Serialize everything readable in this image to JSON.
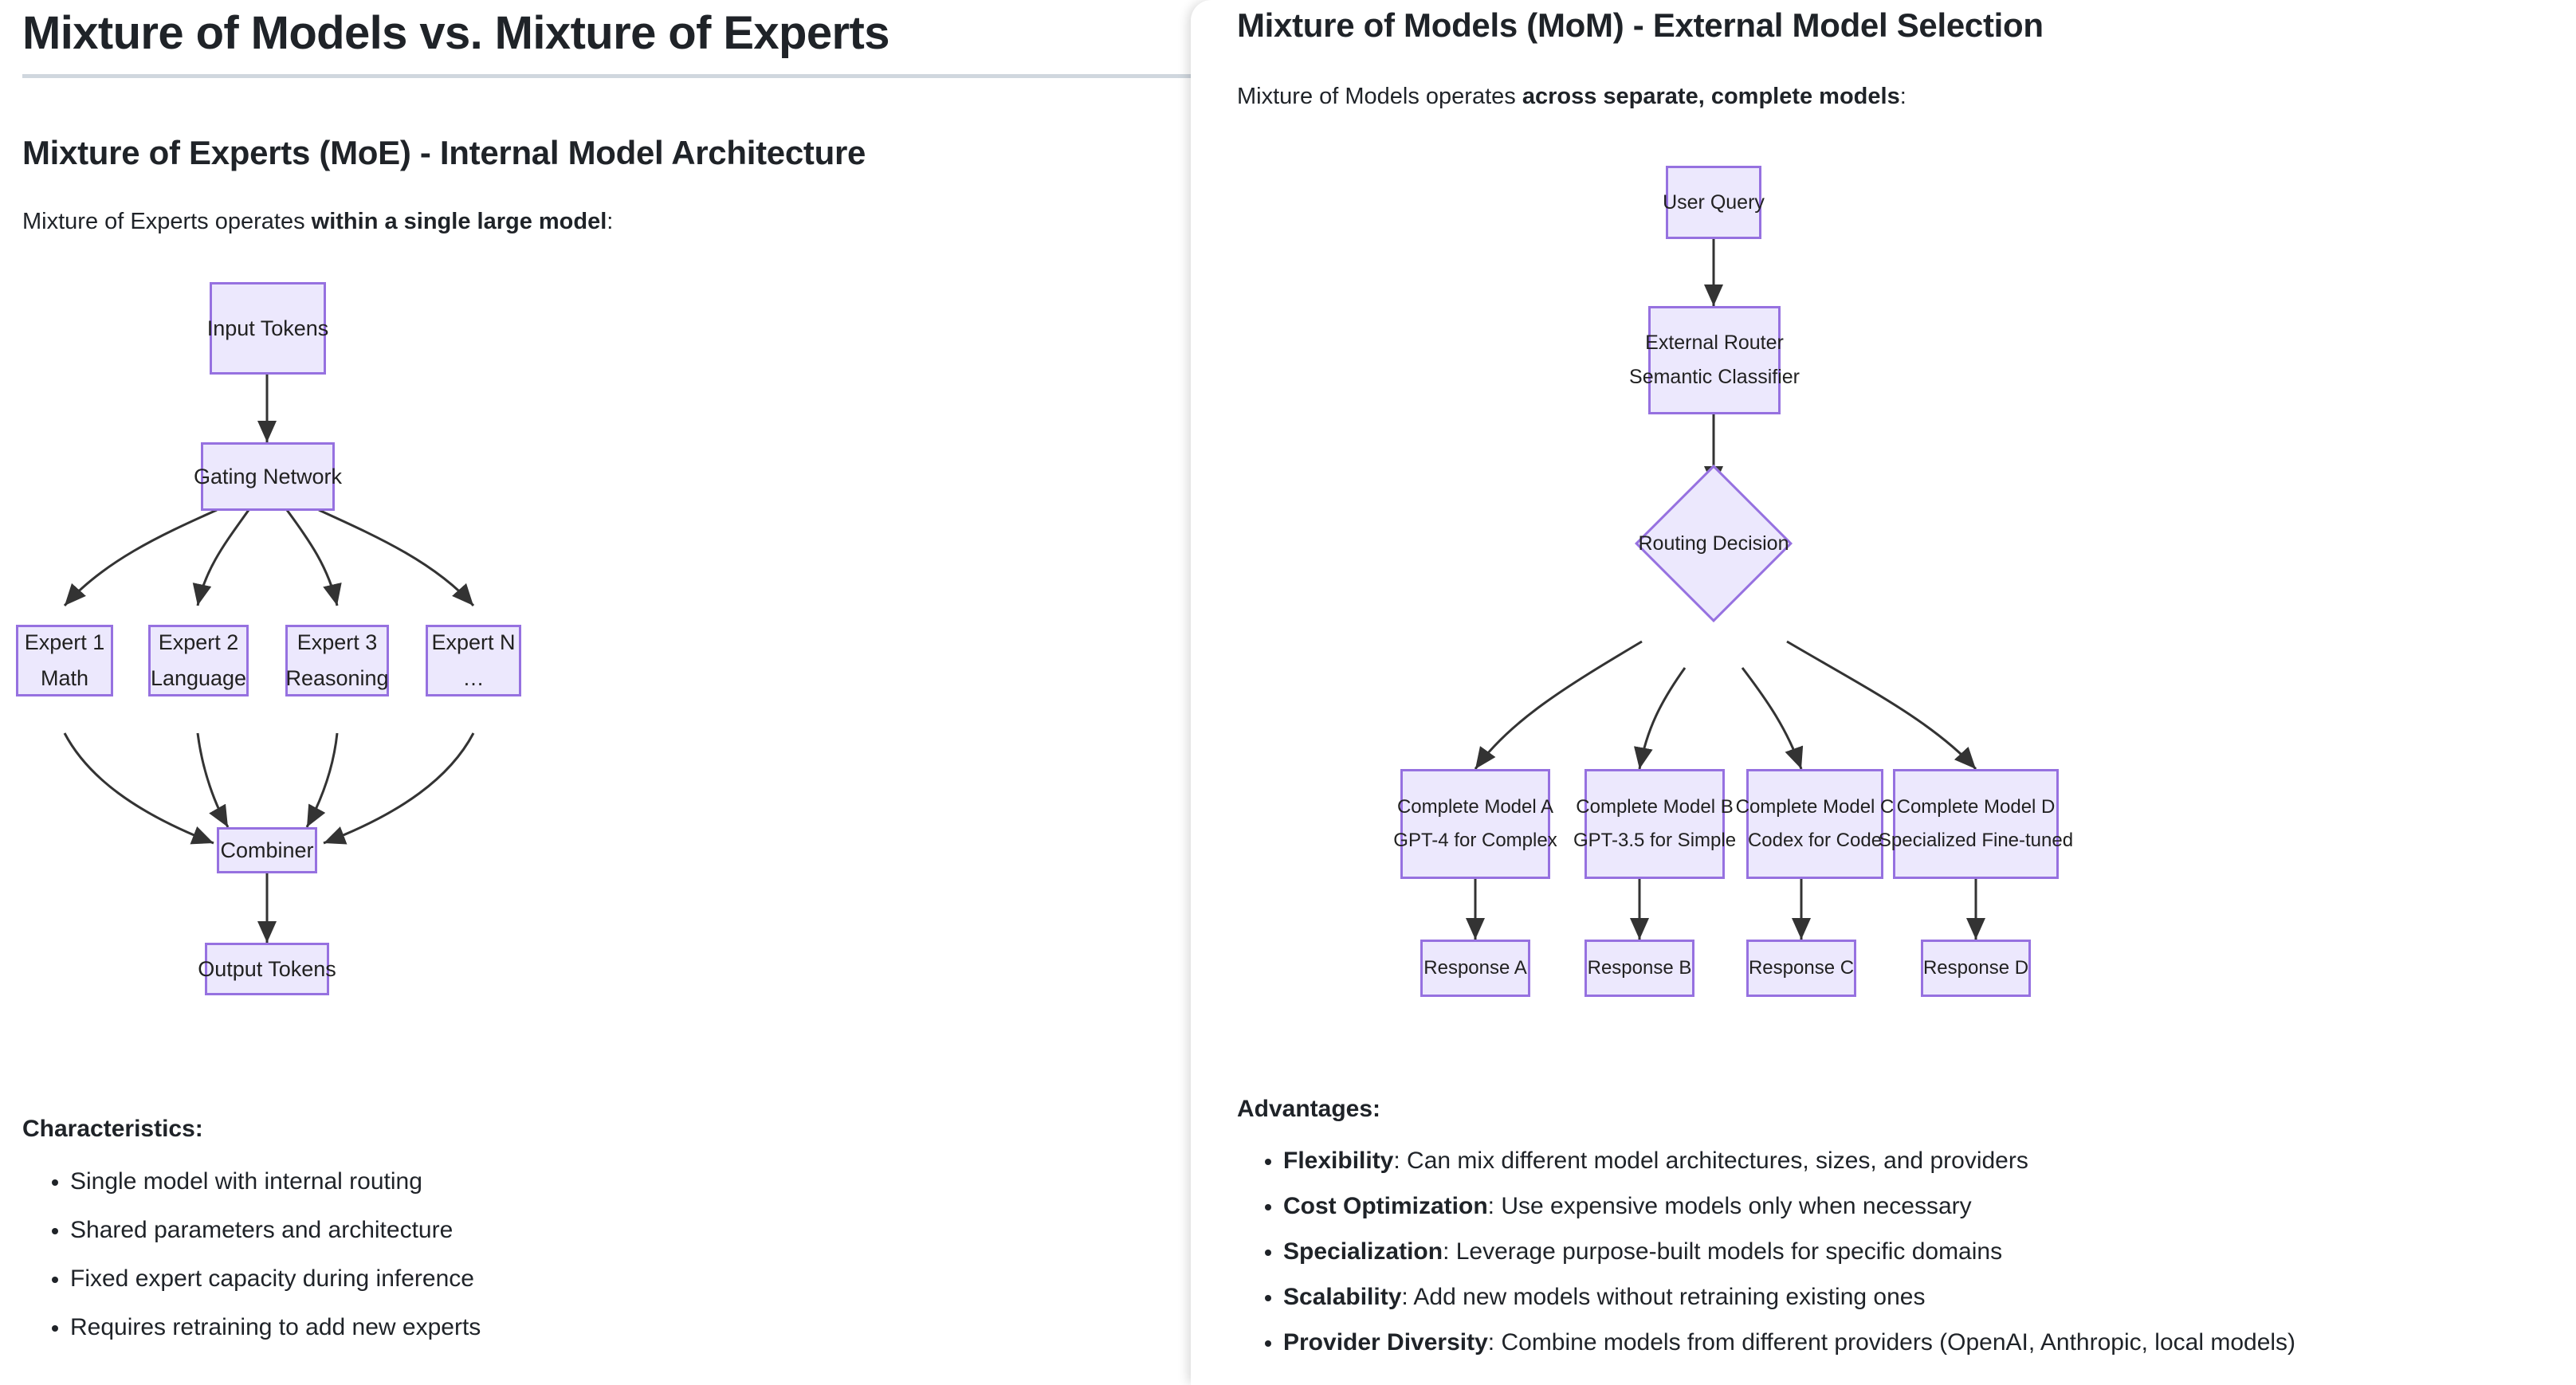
{
  "left": {
    "doc_title": "Mixture of Models vs. Mixture of Experts",
    "section_heading": "Mixture of Experts (MoE) - Internal Model Architecture",
    "intro_prefix": "Mixture of Experts operates ",
    "intro_bold": "within a single large model",
    "intro_suffix": ":",
    "characteristics_heading": "Characteristics:",
    "characteristics": [
      "Single model with internal routing",
      "Shared parameters and architecture",
      "Fixed expert capacity during inference",
      "Requires retraining to add new experts"
    ],
    "diagram": {
      "input_tokens": "Input Tokens",
      "gating_network": "Gating Network",
      "experts": [
        {
          "line1": "Expert 1",
          "line2": "Math"
        },
        {
          "line1": "Expert 2",
          "line2": "Language"
        },
        {
          "line1": "Expert 3",
          "line2": "Reasoning"
        },
        {
          "line1": "Expert N",
          "line2": "…"
        }
      ],
      "combiner": "Combiner",
      "output_tokens": "Output Tokens"
    }
  },
  "right": {
    "section_heading": "Mixture of Models (MoM) - External Model Selection",
    "intro_prefix": "Mixture of Models operates ",
    "intro_bold": "across separate, complete models",
    "intro_suffix": ":",
    "advantages_heading": "Advantages:",
    "advantages": [
      {
        "term": "Flexibility",
        "desc": ": Can mix different model architectures, sizes, and providers"
      },
      {
        "term": "Cost Optimization",
        "desc": ": Use expensive models only when necessary"
      },
      {
        "term": "Specialization",
        "desc": ": Leverage purpose-built models for specific domains"
      },
      {
        "term": "Scalability",
        "desc": ": Add new models without retraining existing ones"
      },
      {
        "term": "Provider Diversity",
        "desc": ": Combine models from different providers (OpenAI, Anthropic, local models)"
      }
    ],
    "diagram": {
      "user_query": "User Query",
      "router_line1": "External Router",
      "router_line2": "Semantic Classifier",
      "routing_decision": "Routing Decision",
      "models": [
        {
          "line1": "Complete Model A",
          "line2": "GPT-4 for Complex"
        },
        {
          "line1": "Complete Model B",
          "line2": "GPT-3.5 for Simple"
        },
        {
          "line1": "Complete Model C",
          "line2": "Codex for Code"
        },
        {
          "line1": "Complete Model D",
          "line2": "Specialized Fine-tuned"
        }
      ],
      "responses": [
        "Response A",
        "Response B",
        "Response C",
        "Response D"
      ]
    }
  },
  "colors": {
    "node_fill": "#ECE8FD",
    "node_border": "#9671E0",
    "edge": "#333333",
    "text": "#1f2328",
    "rule": "#d0d7de"
  }
}
